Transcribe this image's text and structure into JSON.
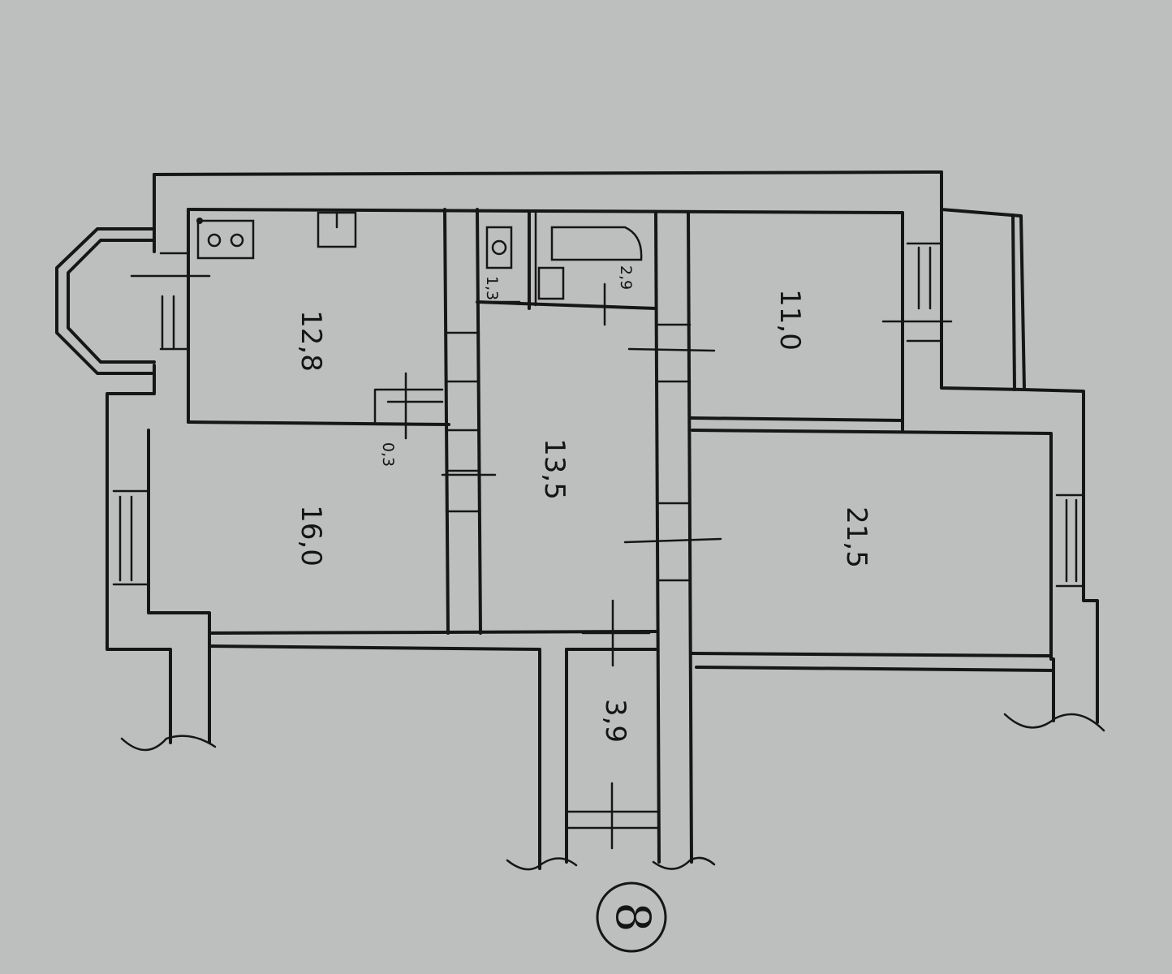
{
  "plan": {
    "rooms": [
      {
        "id": "kitchen",
        "area": "12,8"
      },
      {
        "id": "room-left",
        "area": "16,0"
      },
      {
        "id": "hall",
        "area": "13,5"
      },
      {
        "id": "room-top",
        "area": "11,0"
      },
      {
        "id": "room-big",
        "area": "21,5"
      },
      {
        "id": "loggia",
        "area": "3,9"
      },
      {
        "id": "wc",
        "area": "1,3"
      },
      {
        "id": "bath",
        "area": "2,9"
      },
      {
        "id": "closet",
        "area": "0,3"
      }
    ],
    "mark": "8"
  }
}
